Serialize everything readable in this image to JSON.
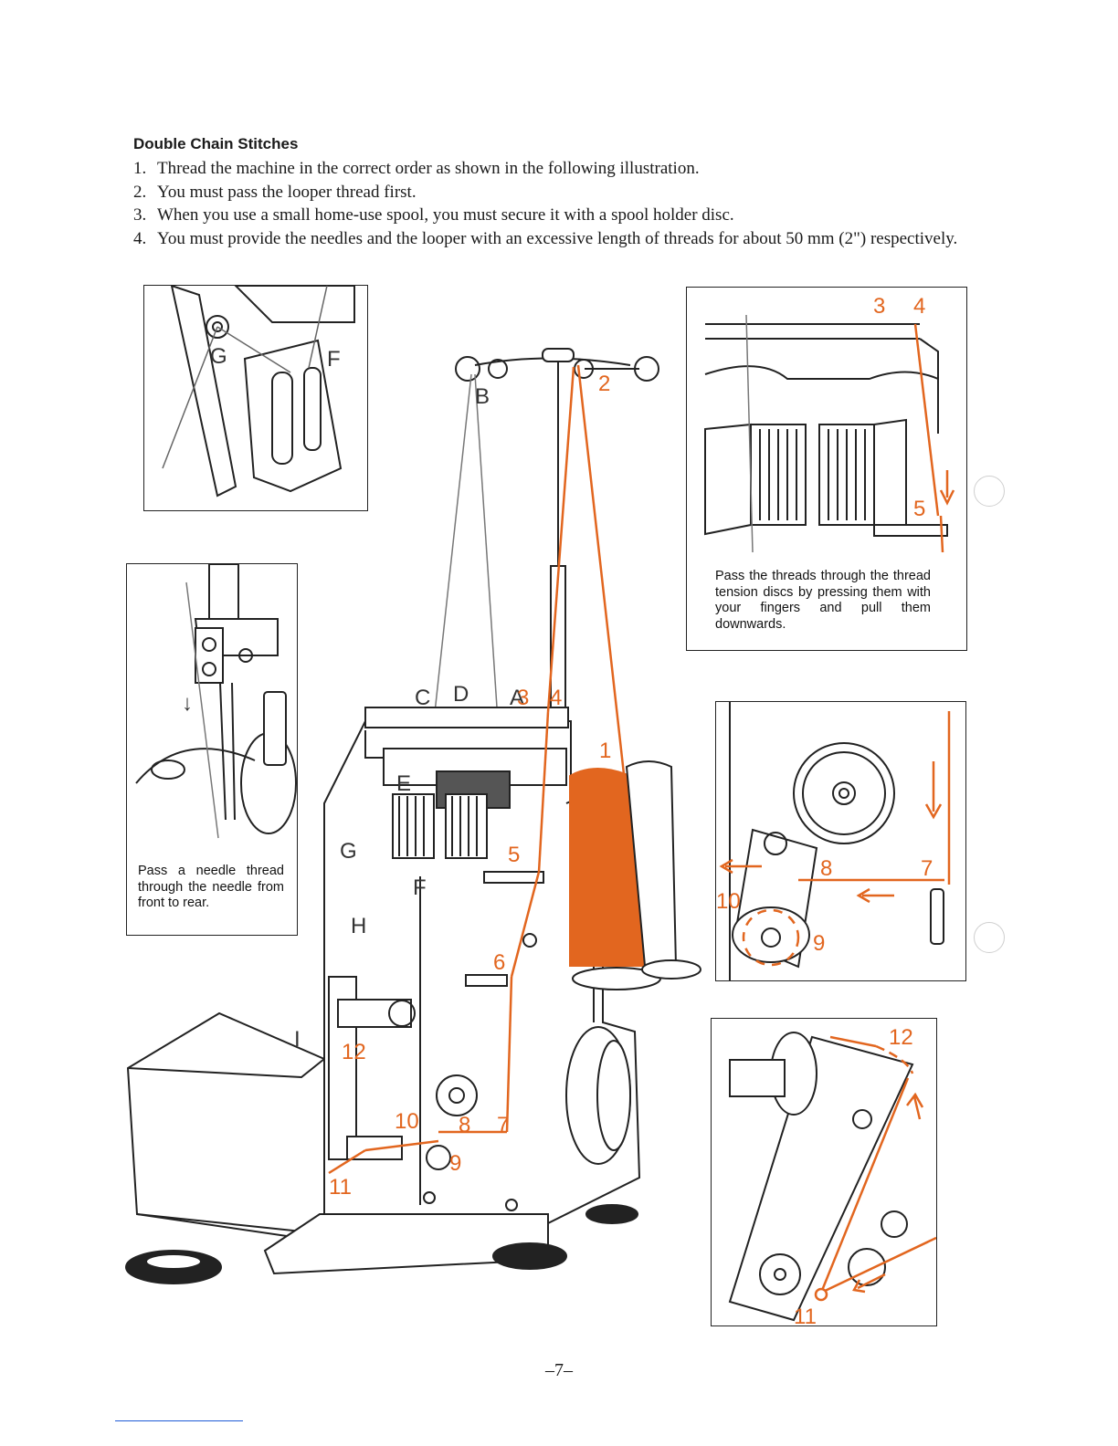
{
  "heading": "Double Chain Stitches",
  "steps": [
    {
      "num": "1.",
      "text": "Thread the machine in the correct order as shown in the following illustration."
    },
    {
      "num": "2.",
      "text": "You must pass the looper thread first."
    },
    {
      "num": "3.",
      "text": "When you use a small home-use spool, you must secure it with a spool holder disc."
    },
    {
      "num": "4.",
      "text": "You must provide the needles and the looper with an excessive length of threads for about 50 mm (2\") respectively."
    }
  ],
  "captions": {
    "tension": "Pass the threads through the thread tension discs by pressing them with your fingers and pull them downwards.",
    "needle": "Pass a needle thread through the needle from front to rear."
  },
  "labels": {
    "letters": {
      "A": "A",
      "B": "B",
      "C": "C",
      "D": "D",
      "E": "E",
      "F": "F",
      "G": "G",
      "H": "H",
      "I": "I"
    },
    "numbers": {
      "n1": "1",
      "n2": "2",
      "n3": "3",
      "n4": "4",
      "n5": "5",
      "n6": "6",
      "n7": "7",
      "n8": "8",
      "n9": "9",
      "n10": "10",
      "n11": "11",
      "n12": "12"
    }
  },
  "page_number": "–7–",
  "colors": {
    "thread": "#e2661f",
    "line": "#222222",
    "gray": "#555555"
  }
}
